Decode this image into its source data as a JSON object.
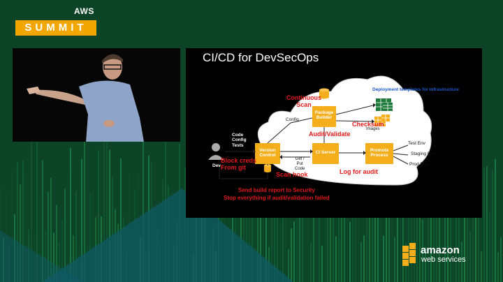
{
  "branding": {
    "aws_label": "AWS",
    "summit_label": "SUMMIT",
    "amazon_label": "amazon",
    "webservices_label": "web services",
    "colors": {
      "summit_orange": "#f2a700",
      "slide_red": "#e21a1a",
      "box_orange": "#f5ae1b",
      "link_blue": "#1a58c9"
    }
  },
  "slide": {
    "title": "CI/CD for DevSecOps",
    "deployment_templates": "Deployment templates for infrastructure",
    "continuous_scan": "Continuous\nScan",
    "package_builder": "Package\nBuilder",
    "config": "Config",
    "checksum": "Checksum",
    "images": "Images",
    "audit_validate": "Audit/Validate",
    "code_config_tests": "Code\nConfig\nTests",
    "dev": "Dev",
    "block_creds": "Block creds\nFrom git",
    "version_control": "Version\nControl",
    "ci_server": "CI Server",
    "promote_process": "Promote\nProcess",
    "test_env": "Test Env",
    "staging_env": "Staging Env",
    "prod_env": "Prod Env",
    "get_put_code": "Get /\nPut\nCode",
    "scan_hook": "Scan hook",
    "log_for_audit": "Log for audit",
    "send_report": "Send build report to Security",
    "stop_everything": "Stop everything if audit/validation failed"
  }
}
